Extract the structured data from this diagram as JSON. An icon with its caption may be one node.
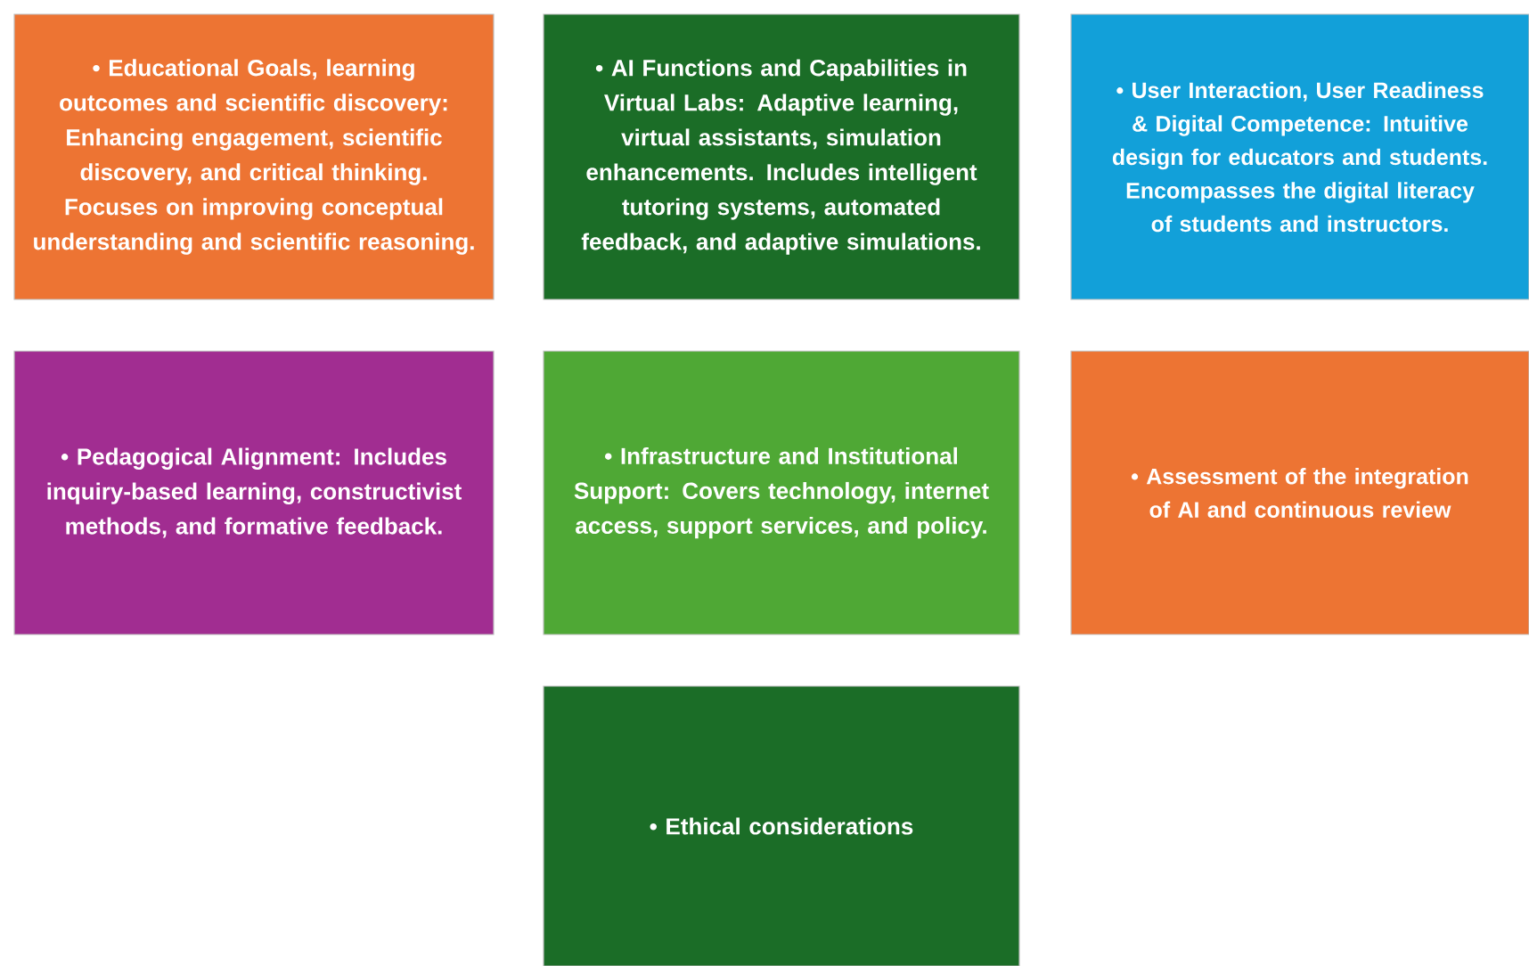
{
  "diagram": {
    "nodes": [
      {
        "text": [
          "• Educational Goals, learning outcomes and scientific discovery: Enhancing engagement, scientific discovery, and critical thinking. Focuses on improving conceptual understanding and scientific reasoning."
        ]
      },
      {
        "text": [
          "• AI Functions and Capabilities in Virtual Labs: Adaptive learning, virtual assistants, simulation enhancements. Includes intelligent tutoring systems, automated feedback, and adaptive simulations."
        ]
      },
      {
        "text": [
          "• User Interaction, User Readiness & Digital Competence: Intuitive design for educators and students. Encompasses the digital literacy of students and instructors."
        ]
      },
      {
        "text": [
          "• Pedagogical Alignment: Includes inquiry-based learning, constructivist methods, and formative feedback."
        ]
      },
      {
        "text": [
          "• Infrastructure and Institutional Support: Covers technology, internet access, support services, and policy."
        ]
      },
      {
        "text": [
          "• Assessment of the integration of AI and continuous review"
        ]
      },
      {
        "text": [
          "• Ethical considerations"
        ]
      }
    ]
  }
}
